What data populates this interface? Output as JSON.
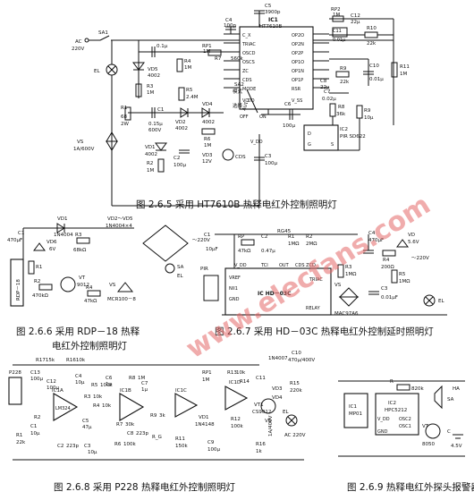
{
  "captions": {
    "fig_2_6_5": "图 2.6.5 采用 HT7610B 热释电红外控制照明灯",
    "fig_2_6_6_line1": "图 2.6.6 采用 RDP－18 热释",
    "fig_2_6_6_line2": "电红外控制照明灯",
    "fig_2_6_7": "图 2.6.7 采用 HD－03C 热释电红外控制延时照明灯",
    "fig_2_6_8": "图 2.6.8 采用 P228 热释电红外控制照明灯",
    "fig_2_6_9": "图 2.6.9 热释电红外探头报警器"
  },
  "watermark": "www.elecfans.com",
  "circuit_a": {
    "ic_name": "IC1",
    "ic_part": "HT7610B",
    "left_pins": [
      "C_X",
      "TRIAC",
      "OSCD",
      "OSCS",
      "ZC",
      "CDS",
      "MODE",
      "V_DD"
    ],
    "right_pins": [
      "OP2O",
      "OP2N",
      "OP2P",
      "OP1O",
      "OP1N",
      "OP1P",
      "RSR",
      "V_SS"
    ],
    "ic2_name": "IC2",
    "ic2_part": "PIR SD622",
    "ic2_pins": [
      "D",
      "G",
      "S"
    ],
    "switch_label": "SA2",
    "switch_modes": [
      "模式",
      "选择",
      "AUTO",
      "ON",
      "OFF"
    ],
    "labels": {
      "ac": "AC",
      "ac_v": "220V",
      "sa1": "SA1",
      "el": "EL",
      "c5": "C5",
      "c5v": "3900p",
      "c4": "C4",
      "c4v": "100p",
      "rp2": "RP2",
      "rp2v": "1M",
      "c12": "C12",
      "c12v": "22μ",
      "c11": "C11",
      "c11v": "0.01μ",
      "r10": "R10",
      "r10v": "22k",
      "c10": "C10",
      "c10v": "0.01μ",
      "r11": "R11",
      "r11v": "1M",
      "r9": "R9",
      "r9v": "22k",
      "c8": "C8",
      "c8v": "22μ",
      "c7": "C7",
      "c7v": "0.02μ",
      "r8": "R8",
      "r8v": "36k",
      "r9b": "R9",
      "r9bv": "10μ",
      "c6": "C6",
      "c6v": "100μ",
      "rp1": "RP1",
      "rp1v": "1M",
      "r7": "R7",
      "r7v": "560k",
      "c0": "0.1μ",
      "r4": "R4",
      "r4v": "1M",
      "vd5": "VD5",
      "vd5v": "4002",
      "r3": "R3",
      "r3v": "1M",
      "r5": "R5",
      "r5v": "2.4M",
      "r1": "R1",
      "r1v": "68",
      "r1w": "2W",
      "c1": "C1",
      "c1v": "0.15μ",
      "c1w": "600V",
      "vd2": "VD2",
      "vd2v": "4002",
      "vd4": "VD4",
      "vd4v": "4002",
      "r6": "R6",
      "r6v": "1M",
      "vd3": "VD3",
      "vd3v": "12V",
      "c2": "C2",
      "c2v": "100μ",
      "cds": "CDS",
      "vd1": "VD1",
      "vd1v": "4002",
      "r2": "R2",
      "r2v": "1M",
      "vs": "VS",
      "vsv": "1A/600V",
      "c3": "C3",
      "c3v": "100μ",
      "vdd": "V_DD"
    }
  },
  "circuit_b": {
    "labels": {
      "vd1": "VD1",
      "vd1v": "1N4004",
      "vd2": "VD2～VD5",
      "vd2v": "1N4004×4",
      "c1": "C1",
      "c1v": "470μF",
      "vd6": "VD6",
      "vd6v": "6V",
      "r3": "R3",
      "r3v": "68kΩ",
      "v220": "～220V",
      "sa": "SA",
      "r1": "R1",
      "r2": "R2",
      "r2v": "470kΩ",
      "vt": "VT",
      "vtv": "9012",
      "r4": "R4",
      "r4v": "47kΩ",
      "vs": "VS",
      "vsv": "MCR100－8",
      "el": "EL",
      "pir": "RDP－18"
    }
  },
  "circuit_c": {
    "ic_name": "IC HD－03C",
    "top_pins": [
      "V_DD",
      "TCI",
      "OUT",
      "CDS ZCD"
    ],
    "left_pins": [
      "VREF",
      "NII1",
      "GND"
    ],
    "right_pins": [
      "TRIAC",
      "RELAY"
    ],
    "labels": {
      "c1": "C1",
      "c1v": "10μF",
      "rp": "RP",
      "rpv": "47kΩ",
      "c2": "C2",
      "c2v": "0.47μ",
      "r1": "R1",
      "r1v": "1MΩ",
      "rg": "RG45",
      "r2": "R2",
      "r2v": "2MΩ",
      "r3": "R3",
      "r3v": "1MΩ",
      "c4": "C4",
      "c4v": "470μF",
      "vd": "VD",
      "vdv": "5.6V",
      "r4": "R4",
      "r4v": "200Ω",
      "r5": "R5",
      "r5v": "1MΩ",
      "c3": "C3",
      "c3v": "0.01μF",
      "v220": "～220V",
      "vs": "VS",
      "vsv": "MAC97A6",
      "el": "EL",
      "pir": "PIR"
    }
  },
  "circuit_d": {
    "labels": {
      "r1715k": "R1715k",
      "r1610k": "R1610k",
      "c13": "C13",
      "c13v": "100μ",
      "c12": "C12",
      "c12v": "100μ",
      "c4": "C4",
      "c4v": "10μ",
      "r5": "R5",
      "r5v": "100k",
      "ic1a": "IC1A",
      "ic1a_part": "LM324",
      "r3": "R3",
      "r3v": "10k",
      "r4": "R4",
      "r4v": "10k",
      "c6": "C6",
      "c6v": "1μ",
      "c5": "C5",
      "c5v": "47μ",
      "r8": "R8",
      "r8v": "1M",
      "ic1b": "IC1B",
      "r7": "R7",
      "r7v": "30k",
      "r6": "R6",
      "r6v": "100k",
      "c7": "C7",
      "c7v": "1μ",
      "c8": "C8",
      "c8v": "223p",
      "c2": "C2",
      "c2v": "223p",
      "r9": "R9",
      "r9v": "3k",
      "rg": "R_G",
      "r11": "R11",
      "r11v": "150k",
      "ic1c": "IC1C",
      "rp1": "RP1",
      "rp1v": "1M",
      "vd1": "VD1",
      "vd1v": "1N4148",
      "c9": "C9",
      "c9v": "100μ",
      "r13": "R13",
      "r13v": "10k",
      "r14": "R14",
      "ic1d": "IC1D",
      "r12": "R12",
      "r12v": "100k",
      "c10": "C10",
      "c10v": "470μ/400V",
      "vd2": "1N4007",
      "c11": "C11",
      "r15": "R15",
      "r15v": "220k",
      "vd3": "VD3",
      "vd4": "VD4",
      "vt1": "VT1",
      "vt1v": "CS9012",
      "vs": "VS",
      "vsv": "1A/400V",
      "el": "EL",
      "v220": "AC 220V",
      "r1": "R1",
      "r1v": "22k",
      "r2": "R2",
      "c1": "C1",
      "c1v": "10μ",
      "p228": "P228",
      "c3": "C3",
      "r16": "R16",
      "r16v": "1k",
      "c3v": "10μ"
    }
  },
  "circuit_e": {
    "ic1_name": "IC1",
    "ic1_part": "MP01",
    "ic2_name": "IC2",
    "ic2_part": "HPC5212",
    "ic2_left_pins": [
      "V_DD",
      "OSC2",
      "OSC1",
      "GND"
    ],
    "labels": {
      "r": "R",
      "rv": "820k",
      "sa": "SA",
      "vt": "VT",
      "vtv": "8050",
      "c": "C",
      "cv": "4.5V",
      "ha": "HA"
    }
  }
}
